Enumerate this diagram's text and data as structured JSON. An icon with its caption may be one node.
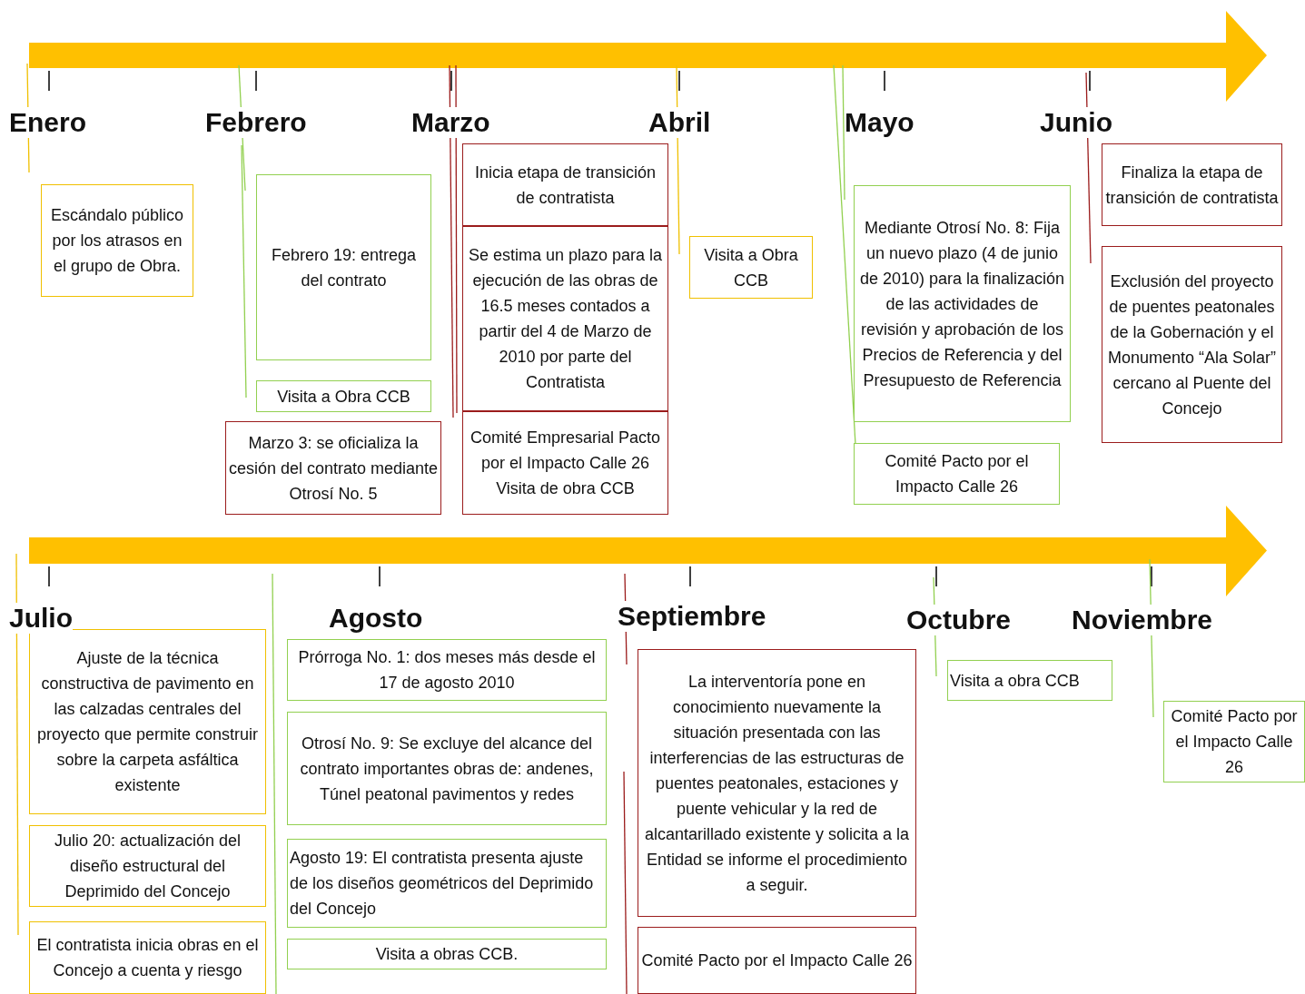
{
  "diagram": {
    "nodes": [
      {
        "text": [
          "Escándalo público por los atrasos en el grupo de Obra."
        ]
      },
      {
        "text": [
          "Febrero 19: entrega del contrato"
        ]
      },
      {
        "text": [
          "Visita a Obra CCB"
        ]
      },
      {
        "text": [
          "Marzo 3: se oficializa la cesión del contrato mediante Otrosí No. 5"
        ]
      },
      {
        "text": [
          "Inicia etapa de transición de contratista"
        ]
      },
      {
        "text": [
          "Se estima un plazo para la ejecución de las obras de 16.5 meses contados a partir del 4 de Marzo de 2010 por parte del Contratista"
        ]
      },
      {
        "text": [
          "Comité Empresarial Pacto por el Impacto Calle 26",
          "Visita de obra CCB"
        ]
      },
      {
        "text": [
          "Visita a Obra CCB"
        ]
      },
      {
        "text": [
          "Mediante Otrosí No. 8: Fija un nuevo plazo (4 de junio de 2010) para la finalización de las actividades de revisión y aprobación de los Precios de Referencia y del Presupuesto de Referencia"
        ]
      },
      {
        "text": [
          "Comité Pacto por el Impacto Calle 26"
        ]
      },
      {
        "text": [
          "Finaliza la etapa de transición de contratista"
        ]
      },
      {
        "text": [
          "Exclusión del proyecto de puentes peatonales de la Gobernación y el Monumento “Ala Solar” cercano al Puente del Concejo"
        ]
      },
      {
        "text": [
          "Ajuste de la técnica constructiva de pavimento en las calzadas centrales del proyecto que permite construir sobre la carpeta asfáltica existente"
        ]
      },
      {
        "text": [
          "Julio 20: actualización del diseño estructural del Deprimido del Concejo"
        ]
      },
      {
        "text": [
          "El contratista inicia obras en el Concejo a cuenta y riesgo"
        ]
      },
      {
        "text": [
          "Prórroga No. 1: dos meses más desde el 17 de agosto 2010"
        ]
      },
      {
        "text": [
          "Otrosí No. 9: Se excluye del alcance del contrato importantes obras de: andenes, Túnel peatonal pavimentos y redes"
        ]
      },
      {
        "text": [
          "Agosto 19: El contratista presenta ajuste de los diseños geométricos del Deprimido del Concejo"
        ]
      },
      {
        "text": [
          "Visita a obras CCB."
        ]
      },
      {
        "text": [
          "La interventoría pone en conocimiento nuevamente la situación presentada con las interferencias de las estructuras de puentes peatonales, estaciones y puente vehicular y la red de alcantarillado existente y solicita a la Entidad se informe el procedimiento a seguir."
        ]
      },
      {
        "text": [
          "Comité Pacto por el Impacto Calle 26"
        ]
      },
      {
        "text": [
          "Visita a obra CCB"
        ]
      },
      {
        "text": [
          "Comité Pacto por el Impacto Calle 26"
        ]
      }
    ],
    "labels": [
      "Enero",
      "Febrero",
      "Marzo",
      "Abril",
      "Mayo",
      "Junio",
      "Julio",
      "Agosto",
      "Septiembre",
      "Octubre",
      "Noviembre"
    ]
  }
}
